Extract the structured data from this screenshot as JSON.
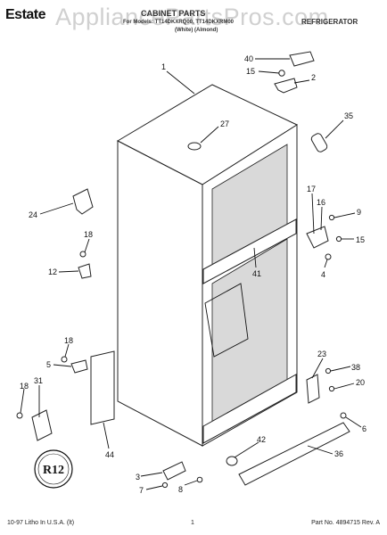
{
  "header": {
    "brand": "Estate",
    "title": "CABINET PARTS",
    "model_line": "For Models: TT14DKXRQ00, TT14DKXRM00",
    "variant_line": "(White) (Almond)",
    "section": "REFRIGERATOR"
  },
  "watermark": "AppliancePartsPros.com",
  "badge": "R12",
  "footer": {
    "left": "10-97 Litho In U.S.A. (lt)",
    "center": "1",
    "right": "Part No. 4894715 Rev. A"
  },
  "callouts": [
    "1",
    "2",
    "3",
    "4",
    "5",
    "6",
    "7",
    "8",
    "9",
    "12",
    "15",
    "15",
    "16",
    "17",
    "18",
    "18",
    "18",
    "20",
    "23",
    "24",
    "27",
    "31",
    "35",
    "36",
    "38",
    "40",
    "41",
    "42",
    "44"
  ]
}
